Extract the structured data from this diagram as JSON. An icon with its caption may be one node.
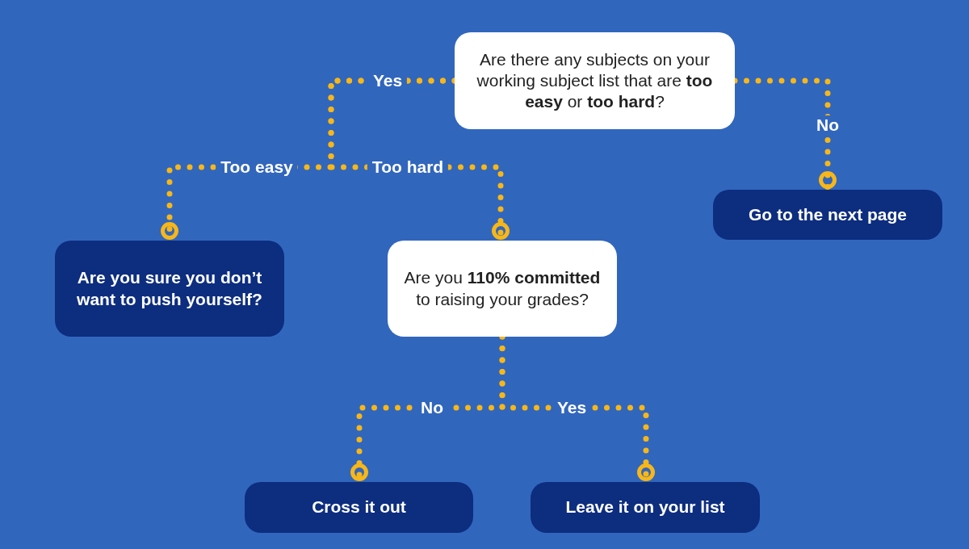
{
  "diagram": {
    "nodes": [
      {
        "text": [
          "Are there any subjects on your working subject list that are **too easy** or **too hard**?"
        ]
      },
      {
        "text": [
          "Go to the next page"
        ]
      },
      {
        "text": [
          "Are you sure you don’t want to push yourself?"
        ]
      },
      {
        "text": [
          "Are you **110% committed** to raising your grades?"
        ]
      },
      {
        "text": [
          "Cross it out"
        ]
      },
      {
        "text": [
          "Leave it on your list"
        ]
      }
    ],
    "edges": [
      {
        "from": 0,
        "to": 1,
        "arrow": "other",
        "label": "No"
      },
      {
        "from": 0,
        "to": 2,
        "arrow": "other",
        "label": "Too easy"
      },
      {
        "from": 0,
        "to": 3,
        "arrow": "other",
        "label": "Too hard"
      },
      {
        "from": 3,
        "to": 4,
        "arrow": "other",
        "label": "No"
      },
      {
        "from": 3,
        "to": 5,
        "arrow": "other",
        "label": "Yes"
      }
    ],
    "labels": [
      "Yes"
    ]
  }
}
